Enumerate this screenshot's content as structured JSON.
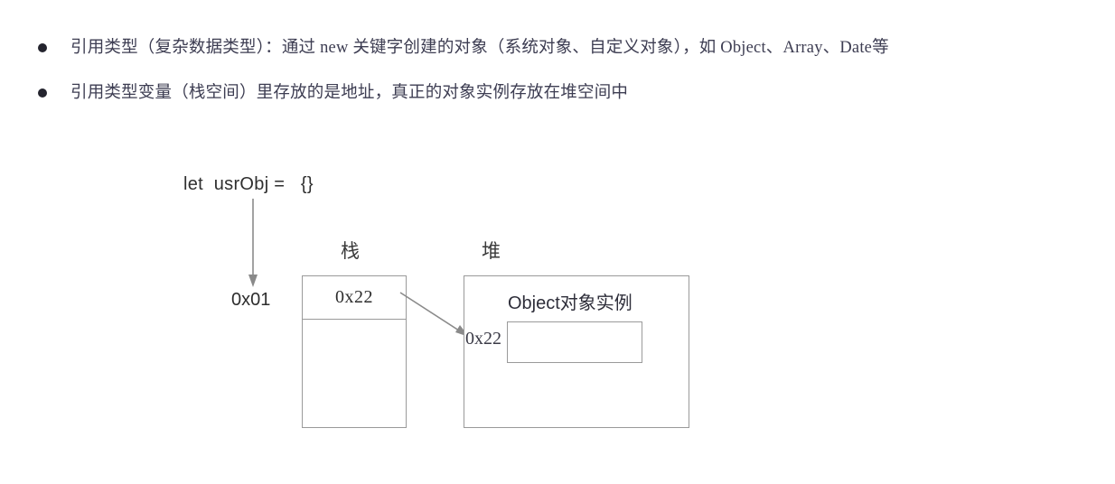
{
  "bullets": [
    {
      "marker": "bullet-dot",
      "text": "引用类型（复杂数据类型）：通过 new 关键字创建的对象（系统对象、自定义对象），如 Object、Array、Date等"
    },
    {
      "marker": "bullet-dot",
      "text": "引用类型变量（栈空间）里存放的是地址，真正的对象实例存放在堆空间中"
    }
  ],
  "diagram": {
    "code_line": "let  usrObj =   {}",
    "stack_label": "栈",
    "heap_label": "堆",
    "variable_address": "0x01",
    "stack_cell_value": "0x22",
    "heap_title": "Object对象实例",
    "heap_address": "0x22",
    "arrows": {
      "down_arrow": "down-arrow-icon",
      "pointer_arrow": "pointer-arrow-icon"
    },
    "colors": {
      "text": "#3d3d52",
      "box_border": "#9a9a9a",
      "arrow": "#7a7a7a",
      "background": "#ffffff"
    }
  }
}
